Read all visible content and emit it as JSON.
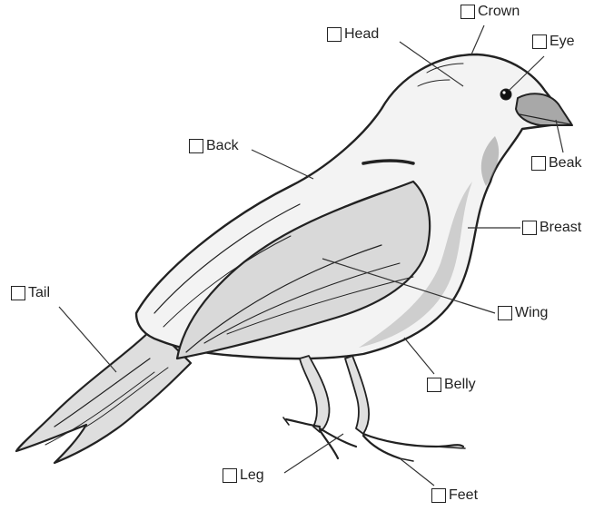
{
  "labels": {
    "crown": "Crown",
    "head": "Head",
    "eye": "Eye",
    "back": "Back",
    "beak": "Beak",
    "breast": "Breast",
    "tail": "Tail",
    "wing": "Wing",
    "belly": "Belly",
    "leg": "Leg",
    "feet": "Feet"
  },
  "colors": {
    "outline": "#222222",
    "body_fill": "#eeeeee",
    "shadow": "#b9b9b9",
    "wing_fill": "#dcdcdc"
  }
}
